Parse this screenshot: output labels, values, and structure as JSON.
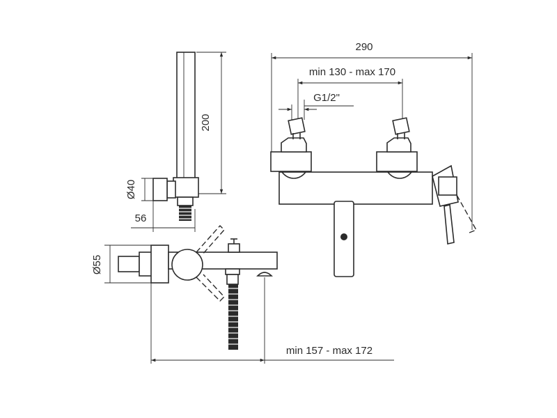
{
  "dimensions": {
    "overall_width": "290",
    "inlet_spacing": "min 130 - max 170",
    "thread": "G1/2\"",
    "handshower_height": "200",
    "holder_diameter": "Ø40",
    "holder_depth": "56",
    "body_diameter": "Ø55",
    "projection": "min 157 - max 172"
  },
  "colors": {
    "line": "#2b2b2b",
    "background": "#ffffff"
  }
}
